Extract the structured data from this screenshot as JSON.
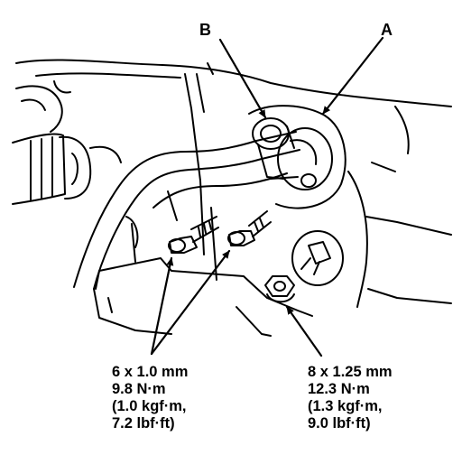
{
  "callouts": {
    "a": "A",
    "b": "B"
  },
  "specs": {
    "left": {
      "size": "6 x 1.0 mm",
      "torque_nm": "9.8 N·m",
      "torque_kgf": "(1.0 kgf·m,",
      "torque_lbf": "7.2 lbf·ft)"
    },
    "right": {
      "size": "8 x 1.25 mm",
      "torque_nm": "12.3 N·m",
      "torque_kgf": "(1.3 kgf·m,",
      "torque_lbf": "9.0 lbf·ft)"
    }
  },
  "colors": {
    "line": "#000000",
    "background": "#ffffff"
  }
}
